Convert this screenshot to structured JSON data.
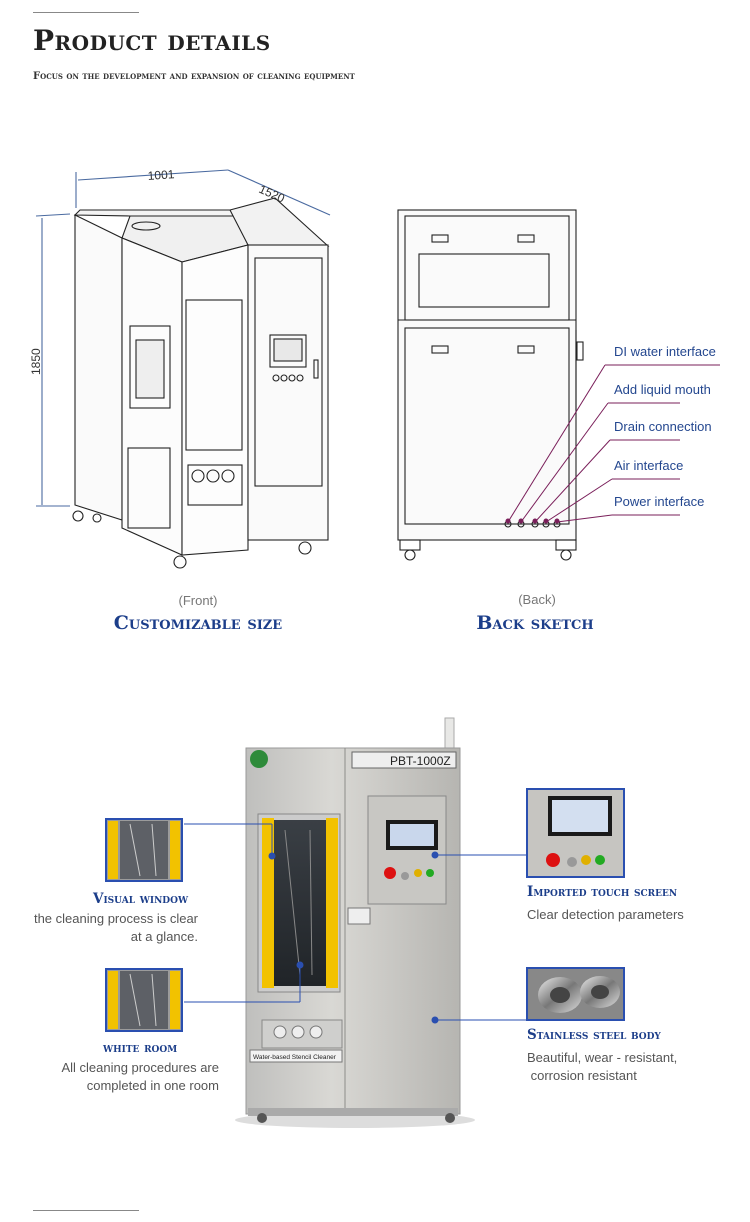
{
  "header": {
    "title": "Product details",
    "subtitle": "Focus on the development and expansion of cleaning equipment"
  },
  "front_view": {
    "dimensions": {
      "width": "1001",
      "depth": "1520",
      "height": "1850"
    },
    "caption_small": "(Front)",
    "caption": "Customizable size"
  },
  "back_view": {
    "caption_small": "(Back)",
    "caption": "Back sketch",
    "interfaces": [
      "DI water interface",
      "Add liquid mouth",
      "Drain connection",
      "Air interface",
      "Power interface"
    ]
  },
  "machine": {
    "model_label": "PBT-1000Z",
    "panel_label": "Water-based Stencil Cleaner"
  },
  "features": {
    "visual_window": {
      "title": "Visual window",
      "desc_line1": "the cleaning process is clear",
      "desc_line2": "at a glance."
    },
    "white_room": {
      "title": "white room",
      "desc_line1": "All cleaning procedures are",
      "desc_line2": "completed in one room"
    },
    "touch_screen": {
      "title": "Imported touch screen",
      "desc_line1": "Clear detection parameters"
    },
    "steel_body": {
      "title": "Stainless steel body",
      "desc_line1": "Beautiful, wear - resistant,",
      "desc_line2": " corrosion resistant"
    }
  },
  "colors": {
    "accent": "#1c3e8a",
    "line_blue": "#2a4fb0",
    "interface_line": "#7a1f5a"
  }
}
